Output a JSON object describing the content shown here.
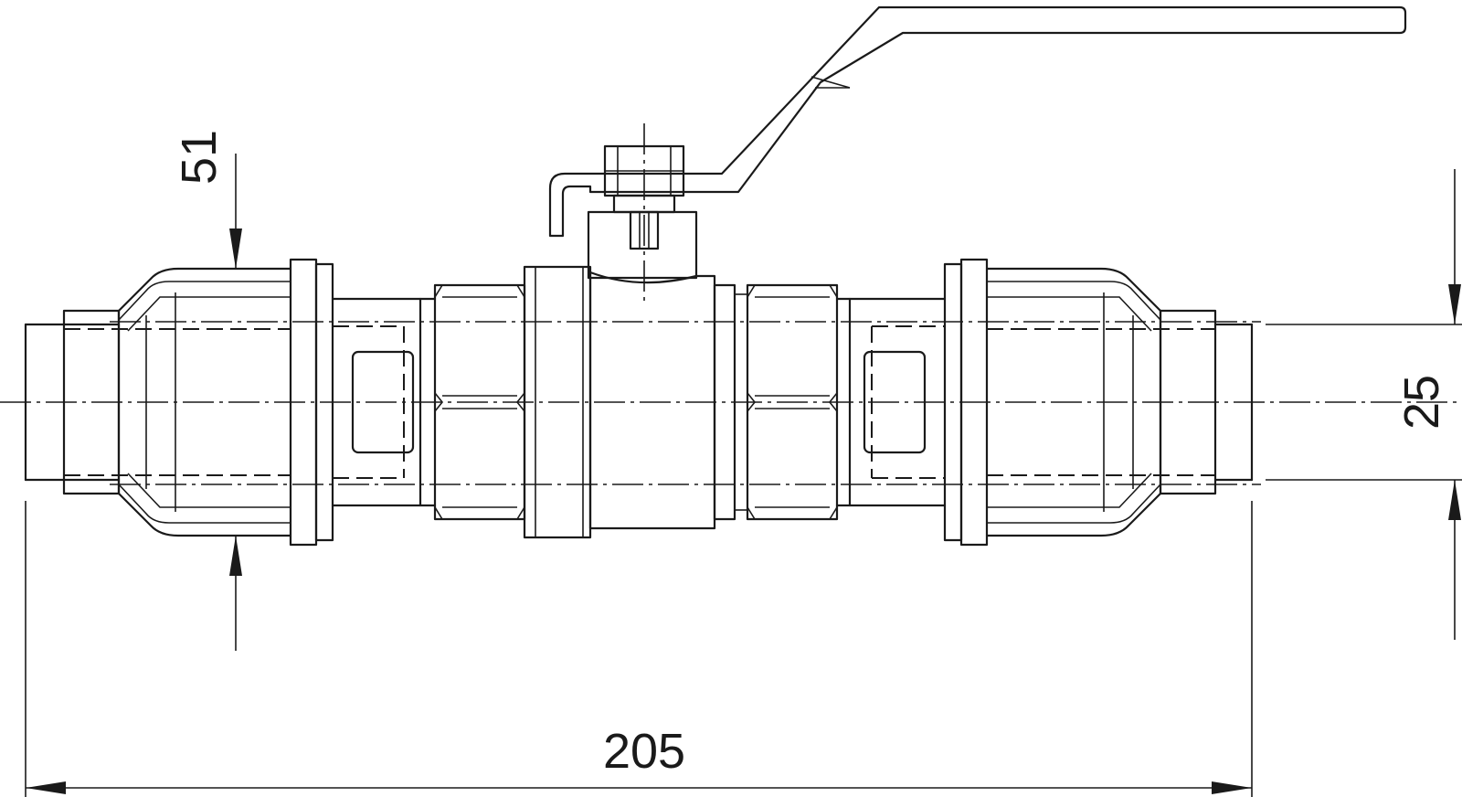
{
  "dimensions": {
    "overall_length": "205",
    "pipe_diameter": "25",
    "fitting_diameter": "51"
  },
  "colors": {
    "line": "#1a1a1a",
    "background": "#ffffff"
  }
}
